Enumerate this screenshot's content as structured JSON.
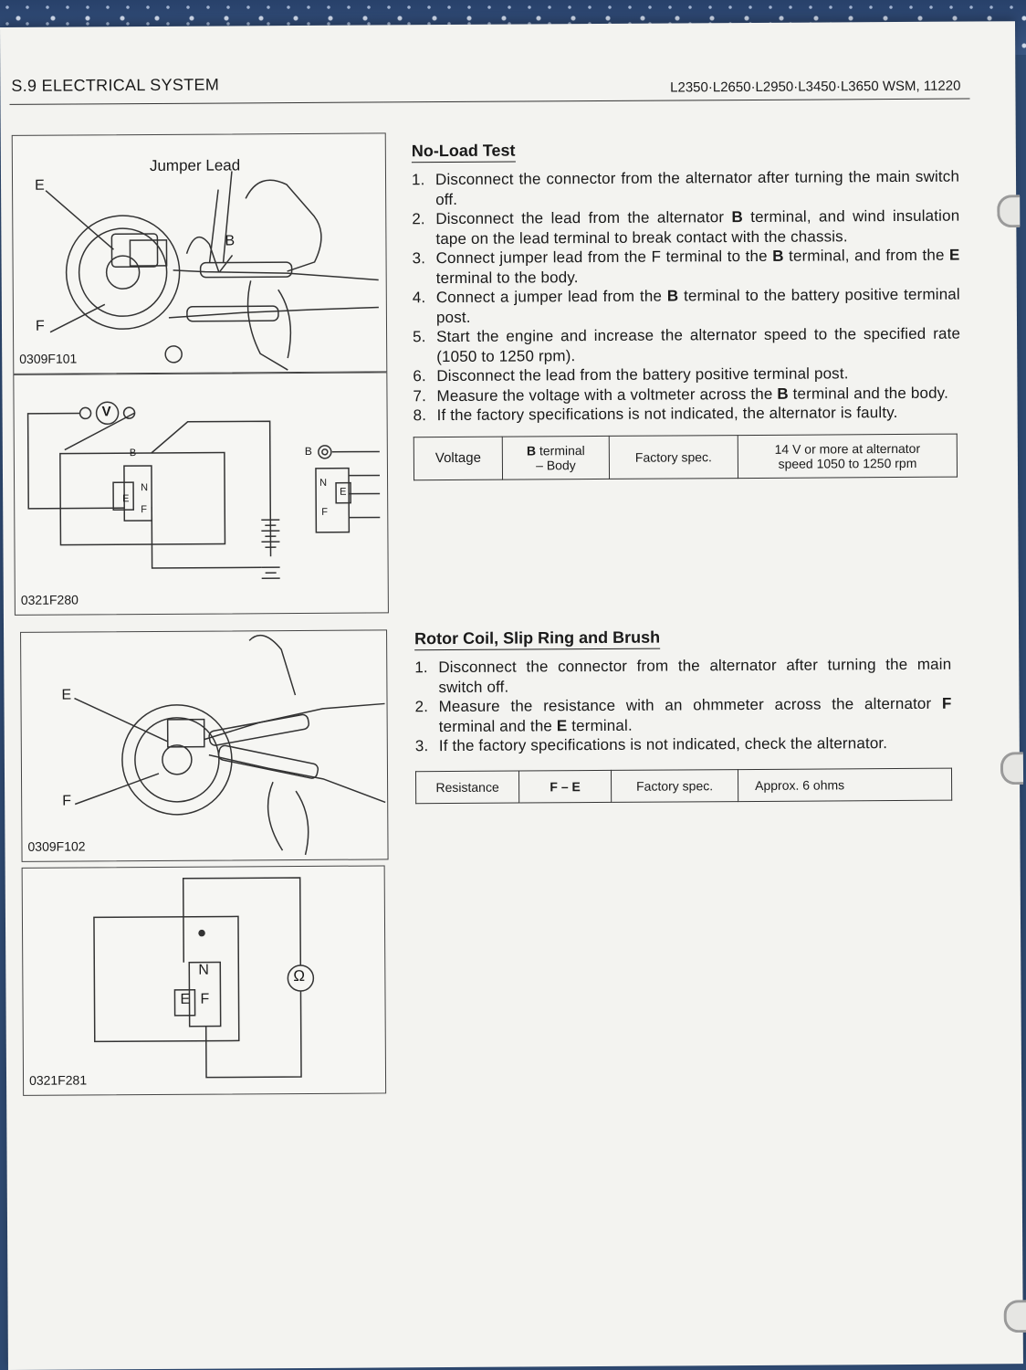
{
  "header": {
    "section": "S.9 ELECTRICAL SYSTEM",
    "models": "L2350·L2650·L2950·L3450·L3650  WSM, 11220"
  },
  "figures": [
    {
      "code": "0309F101",
      "labels": {
        "jumper": "Jumper Lead",
        "e": "E",
        "b": "B",
        "f": "F"
      }
    },
    {
      "code": "0321F280",
      "labels": {
        "v": "V",
        "b1": "B",
        "b2": "B",
        "n1": "N",
        "e1": "E",
        "f1": "F",
        "n2": "N",
        "e2": "E",
        "f2": "F"
      }
    },
    {
      "code": "0309F102",
      "labels": {
        "e": "E",
        "f": "F"
      }
    },
    {
      "code": "0321F281",
      "labels": {
        "n": "N",
        "e": "E",
        "f": "F",
        "ohm": "Ω"
      }
    }
  ],
  "no_load": {
    "title": "No-Load Test",
    "steps": [
      {
        "n": "1.",
        "text": "Disconnect the connector from the alternator after turning the main switch off."
      },
      {
        "n": "2.",
        "parts": [
          "Disconnect the lead from the alternator ",
          "B",
          " terminal, and wind insulation tape on the lead terminal to break contact with the chassis."
        ]
      },
      {
        "n": "3.",
        "parts": [
          "Connect jumper lead from the F terminal to the ",
          "B",
          " terminal, and from the ",
          "E",
          " terminal to the body."
        ]
      },
      {
        "n": "4.",
        "parts": [
          "Connect a jumper lead from the ",
          "B",
          " terminal to the battery positive terminal post."
        ]
      },
      {
        "n": "5.",
        "text": "Start the engine and increase the alternator speed to the specified rate (1050 to 1250 rpm)."
      },
      {
        "n": "6.",
        "text": "Disconnect the lead from the battery positive terminal post."
      },
      {
        "n": "7.",
        "parts": [
          "Measure the voltage with a voltmeter across the ",
          "B",
          " terminal and the body."
        ]
      },
      {
        "n": "8.",
        "text": "If the factory specifications is not indicated, the alternator is faulty."
      }
    ],
    "table": {
      "c1": "Voltage",
      "c2a": "B",
      "c2b": " terminal",
      "c2c": "– Body",
      "c3": "Factory spec.",
      "c4a": "14 V or more at alternator",
      "c4b": "speed 1050 to 1250 rpm"
    }
  },
  "rotor": {
    "title": "Rotor Coil, Slip Ring and Brush",
    "steps": [
      {
        "n": "1.",
        "text": "Disconnect the connector from the alternator after turning the main switch off."
      },
      {
        "n": "2.",
        "parts": [
          "Measure the resistance with an ohmmeter across the alternator ",
          "F",
          " terminal and the ",
          "E",
          " terminal."
        ]
      },
      {
        "n": "3.",
        "text": "If the factory specifications is not indicated, check the alternator."
      }
    ],
    "table": {
      "c1": "Resistance",
      "c2": "F – E",
      "c3": "Factory spec.",
      "c4": "Approx. 6 ohms"
    }
  }
}
